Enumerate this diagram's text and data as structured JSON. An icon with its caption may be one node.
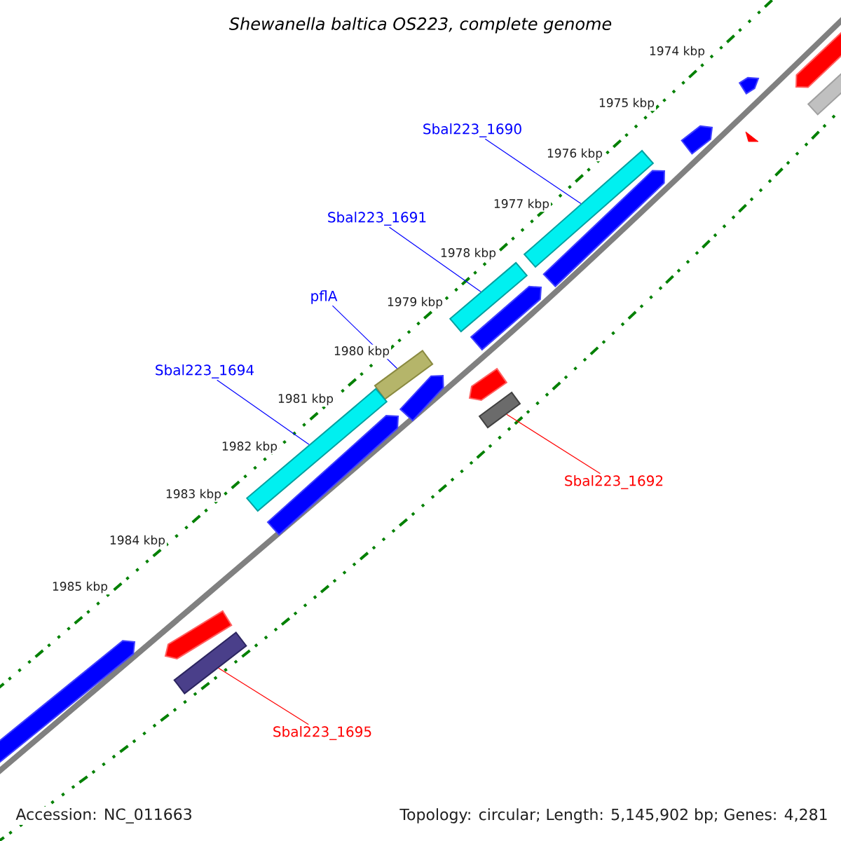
{
  "diagram": {
    "title": "Shewanella baltica OS223, complete genome",
    "nodes": [
      {
        "text": [
          "Sbal223_1690"
        ]
      },
      {
        "text": [],
        "shape": "bar"
      },
      {
        "text": [
          "Sbal223_1691"
        ]
      },
      {
        "text": [],
        "shape": "bar"
      },
      {
        "text": [
          "pflA"
        ]
      },
      {
        "text": [],
        "shape": "bar"
      },
      {
        "text": [
          "Sbal223_1694"
        ]
      },
      {
        "text": [],
        "shape": "bar"
      },
      {
        "text": [
          "Sbal223_1692"
        ]
      },
      {
        "text": [],
        "shape": "bar"
      },
      {
        "text": [
          "Sbal223_1695"
        ]
      },
      {
        "text": [],
        "shape": "bar"
      },
      {
        "text": [],
        "shape": "pentagon"
      },
      {
        "text": [],
        "shape": "pentagon"
      },
      {
        "text": [],
        "shape": "pentagon"
      },
      {
        "text": [],
        "shape": "pentagon"
      },
      {
        "text": [],
        "shape": "pentagon"
      },
      {
        "text": [],
        "shape": "pentagon"
      },
      {
        "text": [],
        "shape": "pentagon"
      },
      {
        "text": [],
        "shape": "pentagon"
      },
      {
        "text": [],
        "shape": "pentagon"
      },
      {
        "text": [],
        "shape": "pentagon"
      },
      {
        "text": [],
        "shape": "bar"
      },
      {
        "text": [],
        "shape": "triangle"
      }
    ],
    "edges": [
      {
        "from": 0,
        "to": 1,
        "arrow": "none"
      },
      {
        "from": 2,
        "to": 3,
        "arrow": "none"
      },
      {
        "from": 4,
        "to": 5,
        "arrow": "none"
      },
      {
        "from": 6,
        "to": 7,
        "arrow": "none"
      },
      {
        "from": 8,
        "to": 9,
        "arrow": "none",
        "color": "#ff0000"
      },
      {
        "from": 10,
        "to": 11,
        "arrow": "none",
        "color": "#ff0000"
      }
    ],
    "labels": [
      "1974 kbp",
      "1975 kbp",
      "1976 kbp",
      "1977 kbp",
      "1978 kbp",
      "1979 kbp",
      "1980 kbp",
      "1981 kbp",
      "1982 kbp",
      "1983 kbp",
      "1984 kbp",
      "1985 kbp",
      "Accession: NC_011663",
      "Topology: circular; Length: 5,145,902 bp; Genes: 4,281"
    ]
  }
}
